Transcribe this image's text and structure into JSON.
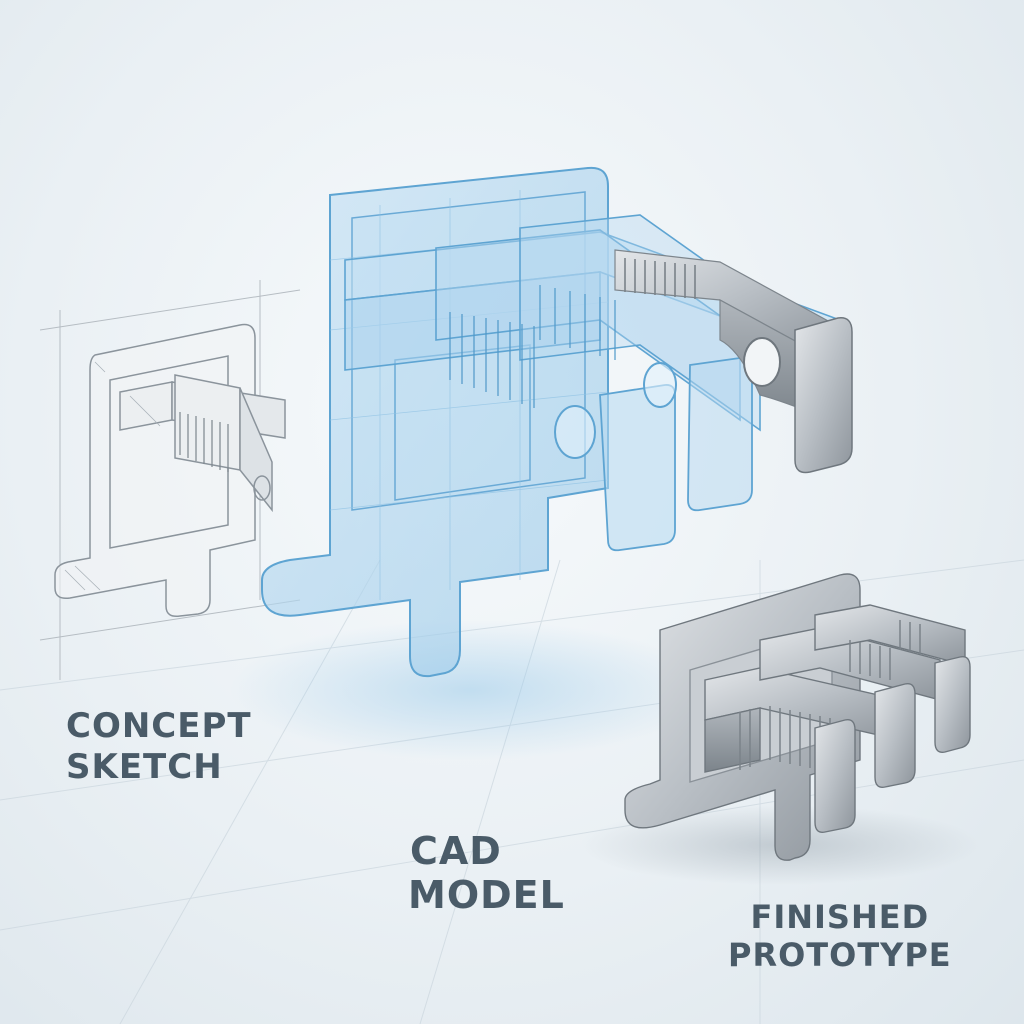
{
  "stages": [
    {
      "id": "sketch",
      "lines": [
        "CONCEPT",
        "SKETCH"
      ]
    },
    {
      "id": "cad",
      "lines": [
        "CAD",
        "MODEL"
      ]
    },
    {
      "id": "prototype",
      "lines": [
        "FINISHED",
        "PROTOTYPE"
      ]
    }
  ],
  "colors": {
    "background": "#eaf0f4",
    "label_text": "#4a5b68",
    "sketch_stroke": "#8b949c",
    "cad_fill": "#aed4ee",
    "cad_stroke": "#5ea4d2",
    "metal_light": "#d6dade",
    "metal_dark": "#8e959c"
  },
  "icons": [
    "concept-sketch-illustration",
    "cad-model-illustration",
    "finished-prototype-illustration"
  ]
}
